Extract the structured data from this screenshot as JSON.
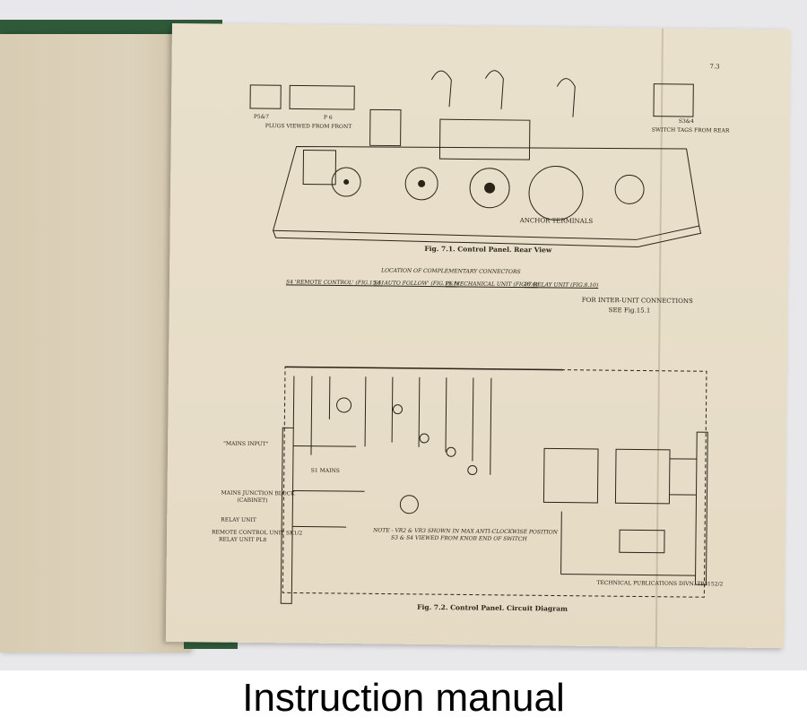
{
  "caption": "Instruction manual",
  "page": {
    "number": "7.3",
    "plugs_left_label": "P5&7",
    "plugs_right_label": "P 6",
    "plugs_caption": "PLUGS VIEWED FROM FRONT",
    "switch_tags_label": "S3&4",
    "switch_tags_caption": "SWITCH TAGS FROM REAR",
    "fig1_caption": "Fig. 7.1.   Control Panel.   Rear View",
    "anchor_terminals": "ANCHOR TERMINALS",
    "complementary_title": "LOCATION OF COMPLEMENTARY CONNECTORS",
    "complementary_1": "S4 'REMOTE CONTROL' (FIG.15.1)",
    "complementary_2": "S6 'AUTO FOLLOW' (FIG.15.1)",
    "complementary_3": "P6 MECHANICAL UNIT (FIG.6.6)",
    "complementary_4": "P7 RELAY UNIT (FIG.8.10)",
    "inter_unit_1": "FOR INTER-UNIT CONNECTIONS",
    "inter_unit_2": "SEE Fig.15.1",
    "mains_input": "\"MAINS INPUT\"",
    "mains_junction": "MAINS JUNCTION BLOCK",
    "cabinet": "(CABINET)",
    "relay_unit": "RELAY UNIT",
    "remote_control_unit": "REMOTE CONTROL UNIT SK1/2",
    "relay_unit_p8": "RELAY UNIT PL8",
    "s1_mains": "S1 MAINS",
    "note": "NOTE - VR2 & VR3 SHOWN IN MAX ANTI-CLOCKWISE POSITION",
    "note2": "S3 & S4 VIEWED FROM KNOB END OF SWITCH",
    "technical_pub": "TECHNICAL PUBLICATIONS DIVN. TP3152/2",
    "fig2_caption": "Fig. 7.2.   Control Panel.   Circuit Diagram"
  }
}
